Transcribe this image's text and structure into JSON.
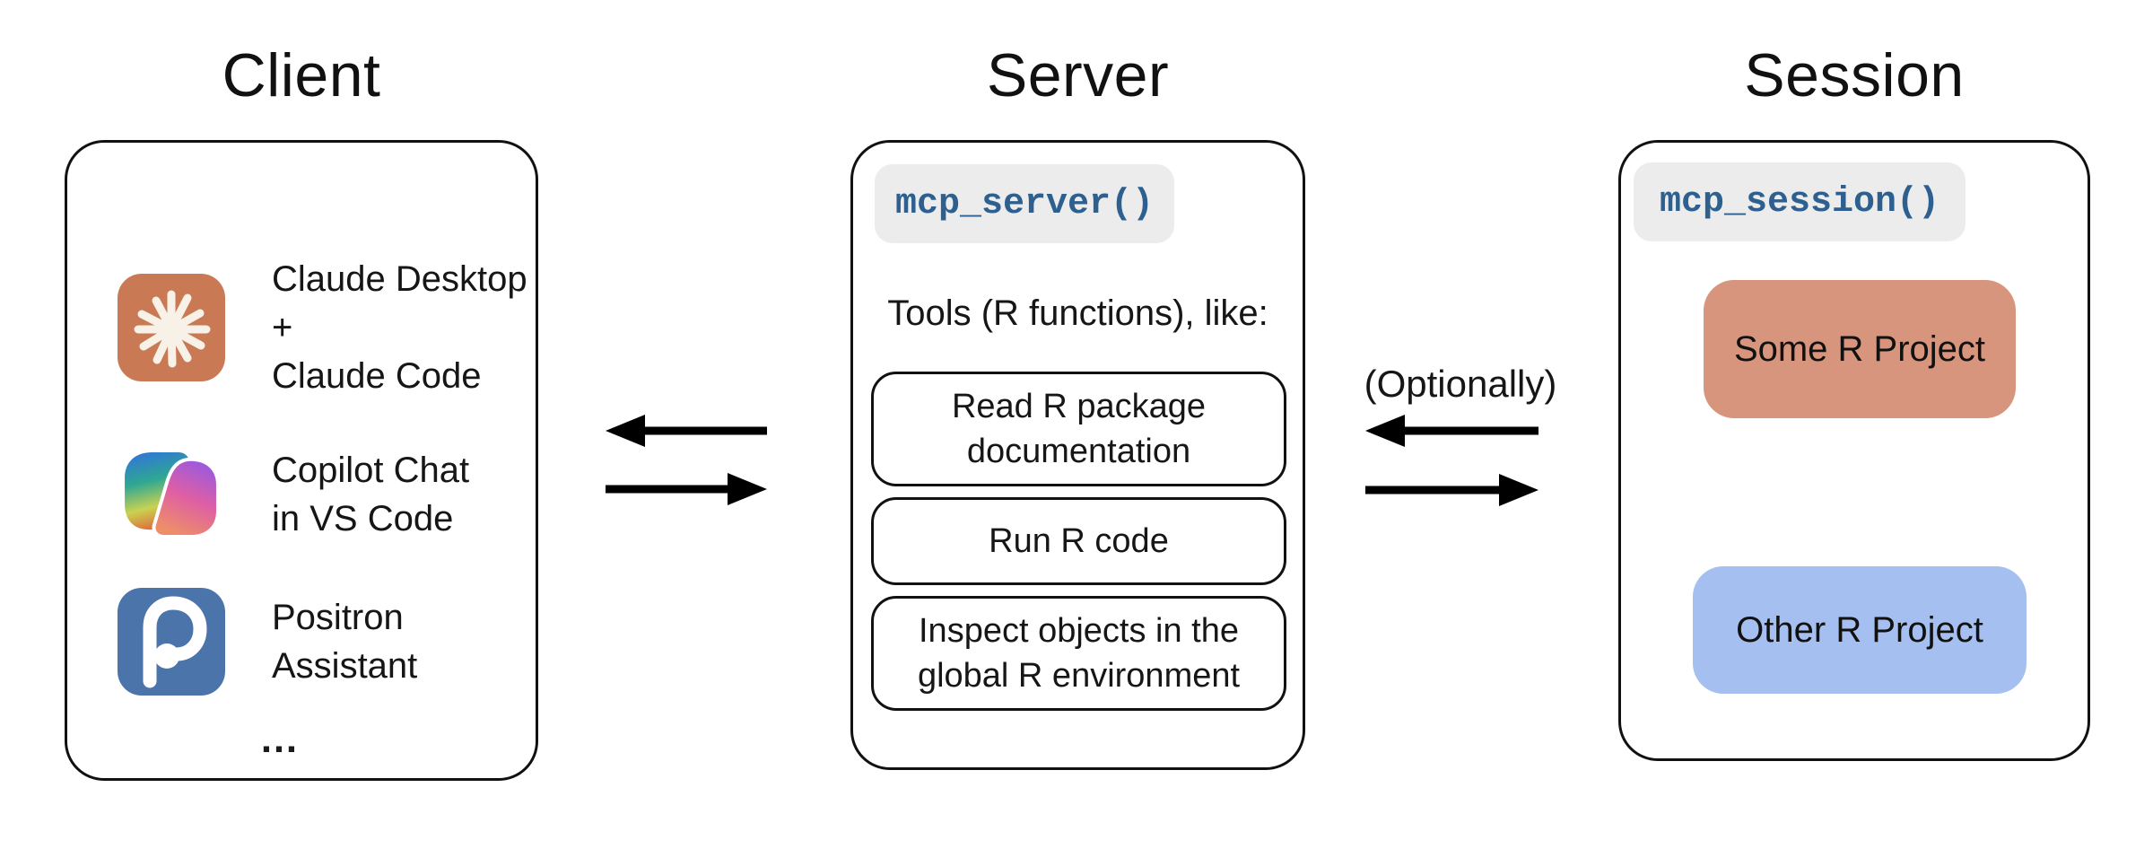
{
  "client": {
    "title": "Client",
    "items": [
      {
        "icon": "claude-logo",
        "lines": [
          "Claude Desktop +",
          "Claude Code"
        ]
      },
      {
        "icon": "copilot-logo",
        "lines": [
          "Copilot Chat",
          "in VS Code"
        ]
      },
      {
        "icon": "positron-logo",
        "lines": [
          "Positron",
          "Assistant"
        ]
      }
    ],
    "more_label": "…"
  },
  "server": {
    "title": "Server",
    "code_label": "mcp_server()",
    "tools_heading": "Tools (R functions), like:",
    "tools": [
      {
        "lines": [
          "Read R package",
          "documentation"
        ]
      },
      {
        "lines": [
          "Run R code",
          ""
        ]
      },
      {
        "lines": [
          "Inspect objects in the",
          "global R environment"
        ]
      }
    ]
  },
  "session": {
    "title": "Session",
    "code_label": "mcp_session()",
    "optionally_label": "(Optionally)",
    "projects": [
      {
        "label": "Some R Project",
        "color": "#D7957E"
      },
      {
        "label": "Other R Project",
        "color": "#A5BFF0"
      }
    ]
  },
  "colors": {
    "background": "#FFFFFF",
    "outline": "#111111",
    "text": "#161616",
    "code_text": "#2E608F",
    "code_badge_bg": "#ECECEC",
    "claude_brand": "#C97A55",
    "claude_starburst": "#F7F1E8",
    "positron_brand": "#4B74AA",
    "arrow": "#000000"
  }
}
